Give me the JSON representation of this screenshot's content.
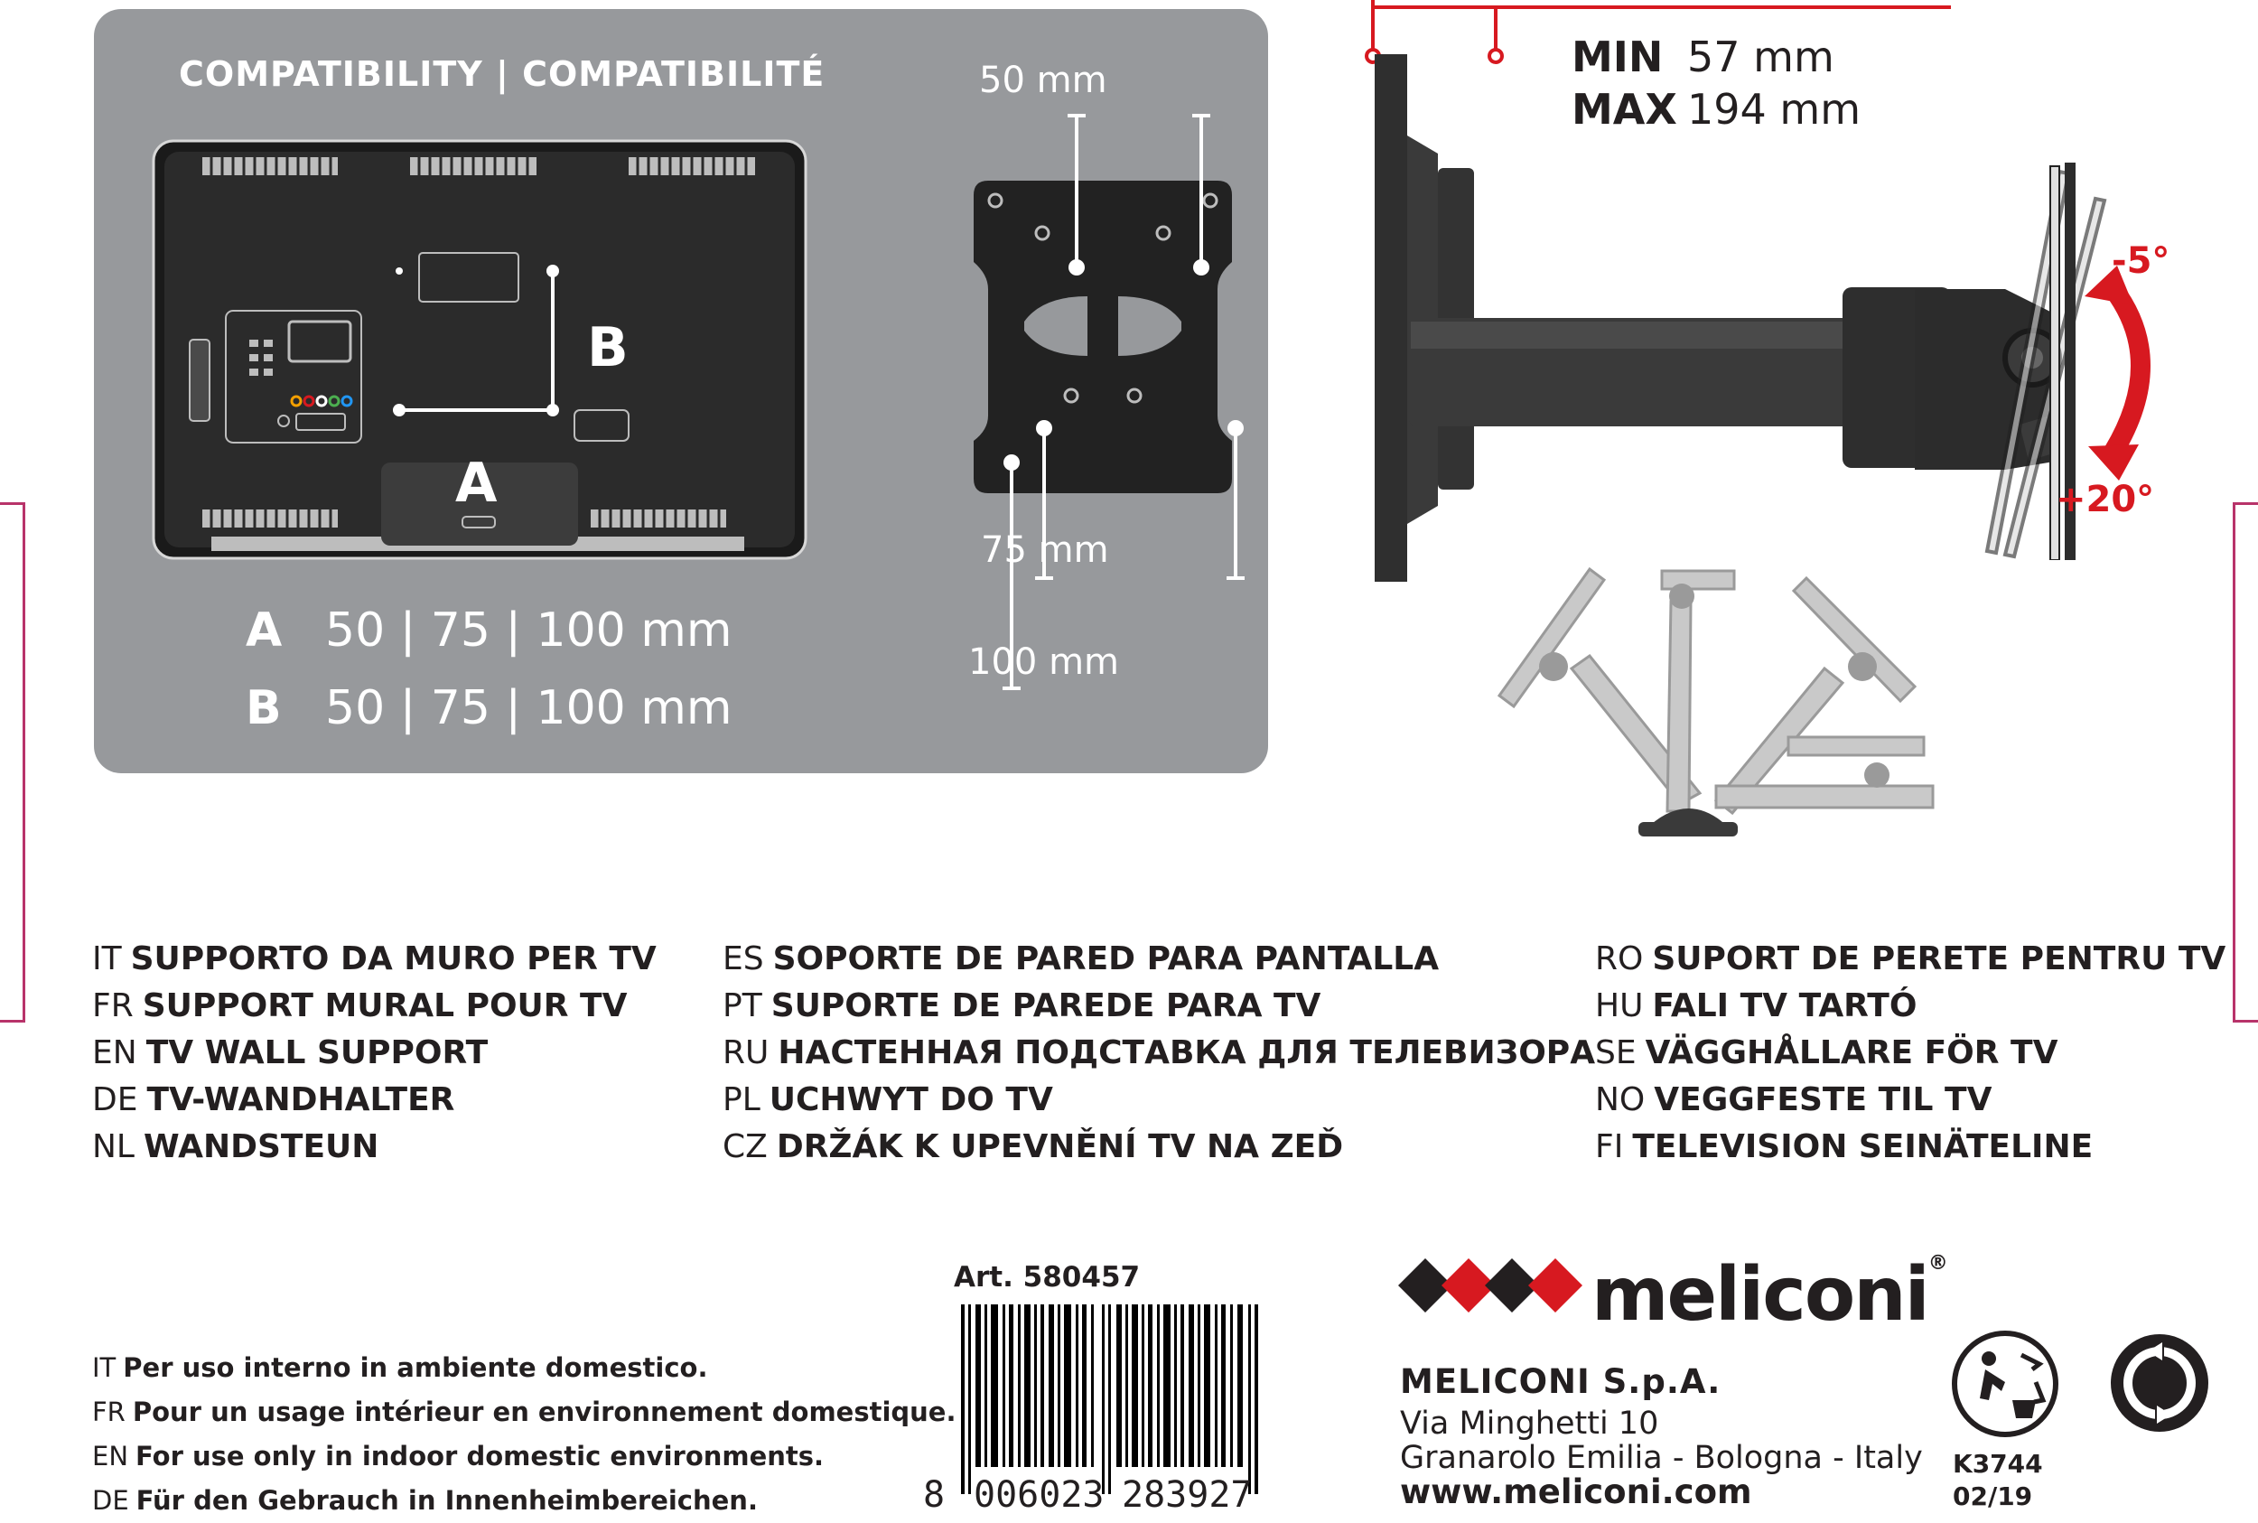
{
  "compatibility": {
    "title": "COMPATIBILITY | COMPATIBILITÉ",
    "label_a": "A",
    "label_b": "B",
    "spec_a_key": "A",
    "spec_a_values": "50 | 75 | 100 mm",
    "spec_b_key": "B",
    "spec_b_values": "50 | 75 | 100 mm",
    "plate_top": "50 mm",
    "plate_mid": "75 mm",
    "plate_bottom": "100 mm"
  },
  "wall_distance": {
    "min_label": "MIN",
    "min_value": "57 mm",
    "max_label": "MAX",
    "max_value": "194 mm"
  },
  "tilt": {
    "up": "-5°",
    "down": "+20°"
  },
  "product_names": {
    "col1": [
      {
        "code": "IT",
        "text": "SUPPORTO DA MURO PER TV"
      },
      {
        "code": "FR",
        "text": "SUPPORT MURAL POUR TV"
      },
      {
        "code": "EN",
        "text": "TV WALL SUPPORT"
      },
      {
        "code": "DE",
        "text": "TV-WANDHALTER"
      },
      {
        "code": "NL",
        "text": "WANDSTEUN"
      }
    ],
    "col2": [
      {
        "code": "ES",
        "text": "SOPORTE DE PARED PARA PANTALLA"
      },
      {
        "code": "PT",
        "text": "SUPORTE DE PAREDE PARA TV"
      },
      {
        "code": "RU",
        "text": "НАСТЕННАЯ ПОДСТАВКА ДЛЯ ТЕЛЕВИЗОРА"
      },
      {
        "code": "PL",
        "text": "UCHWYT DO TV"
      },
      {
        "code": "CZ",
        "text": "DRŽÁK K UPEVNĚNÍ TV NA ZEĎ"
      }
    ],
    "col3": [
      {
        "code": "RO",
        "text": "SUPORT DE PERETE PENTRU TV"
      },
      {
        "code": "HU",
        "text": "FALI TV TARTÓ"
      },
      {
        "code": "SE",
        "text": "VÄGGHÅLLARE FÖR TV"
      },
      {
        "code": "NO",
        "text": "VEGGFESTE TIL TV"
      },
      {
        "code": "FI",
        "text": "TELEVISION SEINÄTELINE"
      }
    ]
  },
  "usage_notes": [
    {
      "code": "IT",
      "text": "Per uso interno in ambiente domestico."
    },
    {
      "code": "FR",
      "text": "Pour un usage intérieur en environnement domestique."
    },
    {
      "code": "EN",
      "text": "For use only in indoor domestic environments."
    },
    {
      "code": "DE",
      "text": "Für den Gebrauch in Innenheimbereichen."
    }
  ],
  "barcode": {
    "article": "Art. 580457",
    "digit_first": "8",
    "digits_left": "006023",
    "digits_right": "283927"
  },
  "company": {
    "brand": "meliconi",
    "registered": "®",
    "name": "MELICONI S.p.A.",
    "street": "Via Minghetti 10",
    "city": "Granarolo Emilia - Bologna - Italy",
    "website": "www.meliconi.com"
  },
  "codes": {
    "code": "K3744",
    "date": "02/19"
  },
  "colors": {
    "panel": "#97999c",
    "accent_red": "#d71920",
    "dark": "#231f20",
    "sidebar_pink": "#b8336a"
  }
}
